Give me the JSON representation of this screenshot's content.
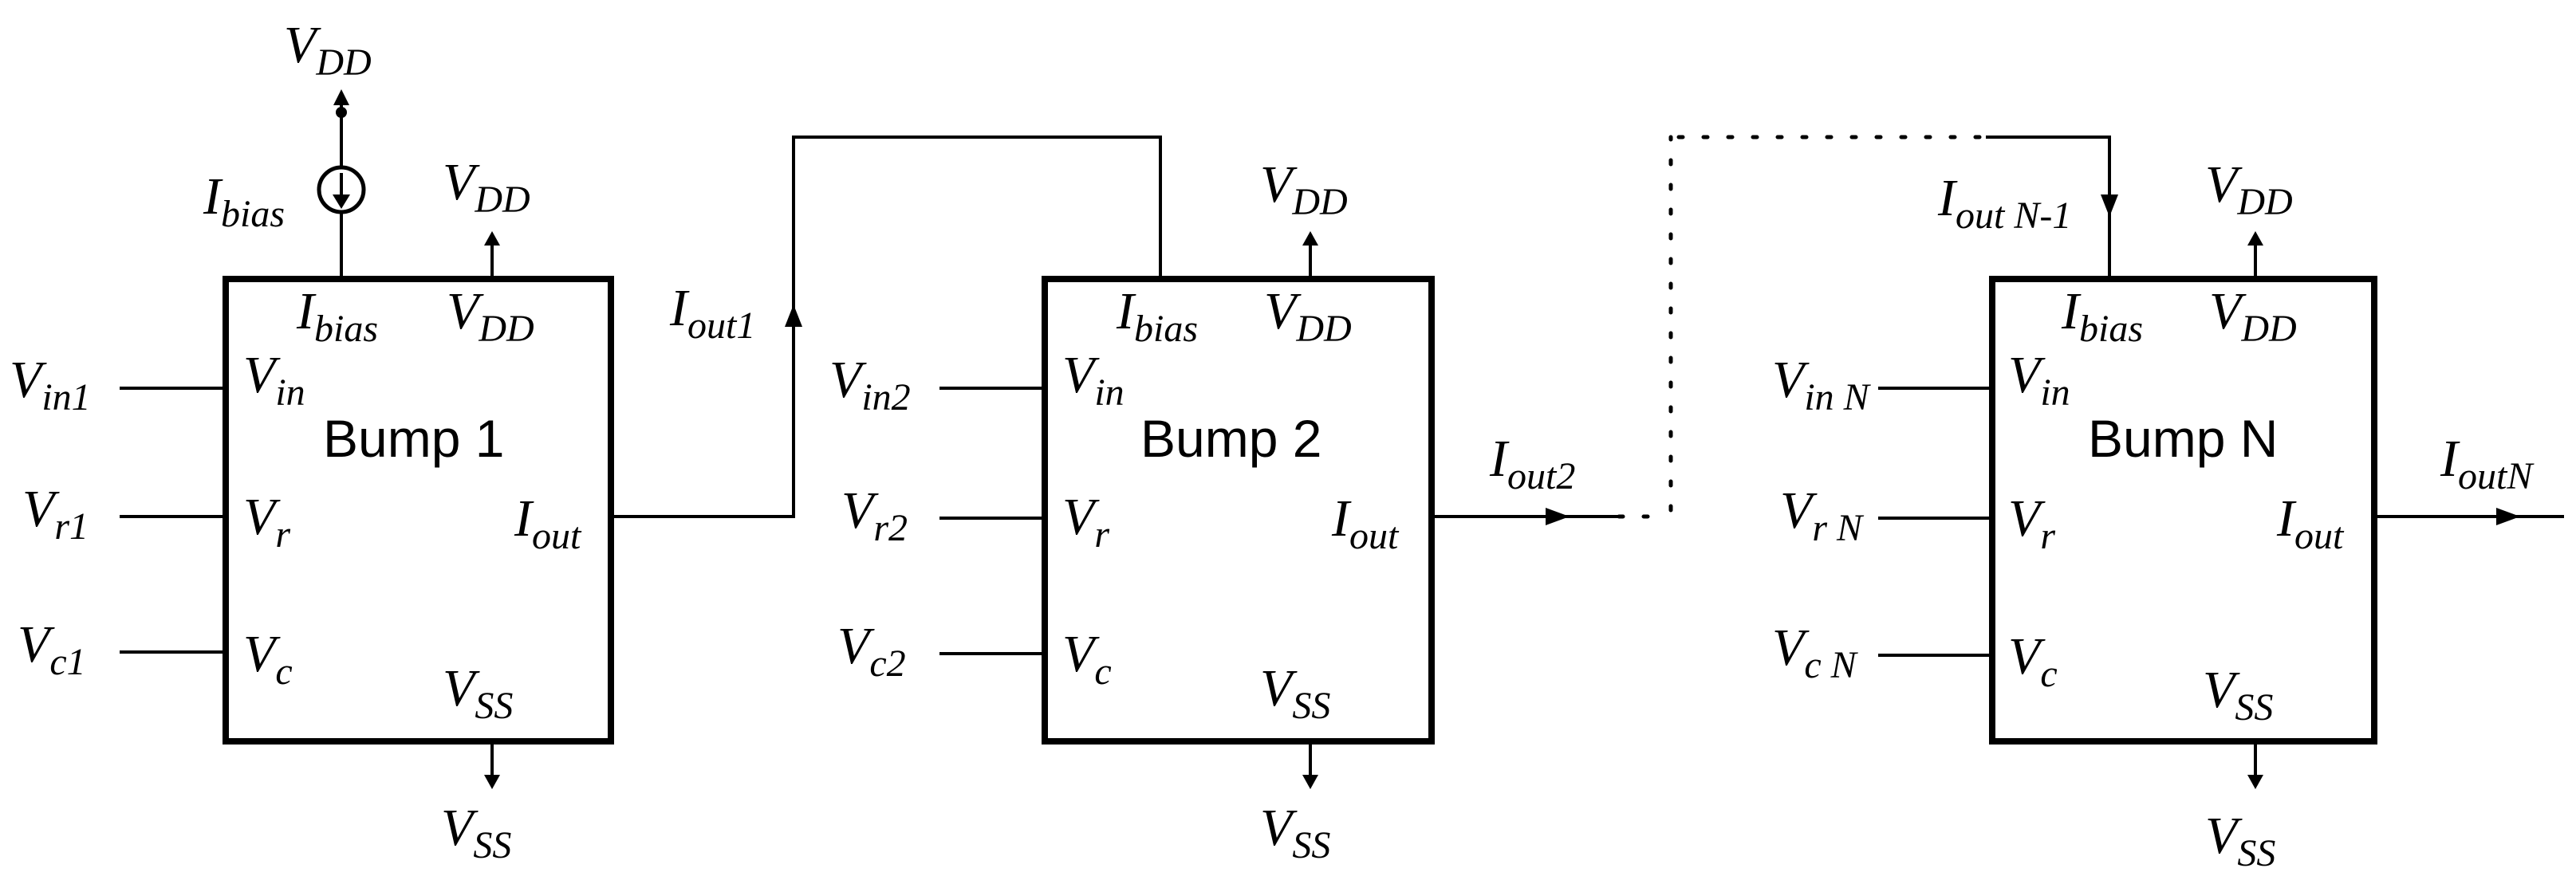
{
  "labels": {
    "v": "V",
    "i": "I",
    "dd": "DD",
    "ss": "SS",
    "bias": "bias",
    "in": "in",
    "r": "r",
    "c": "c",
    "out": "out",
    "in1": "in1",
    "r1": "r1",
    "c1": "c1",
    "out1": "out1",
    "in2": "in2",
    "r2": "r2",
    "c2": "c2",
    "out2": "out2",
    "inN": "in N",
    "rN": "r N",
    "cN": "c N",
    "outN1": "out N-1",
    "outN": "outN"
  },
  "blocks": {
    "bump1": "Bump 1",
    "bump2": "Bump 2",
    "bumpN": "Bump N"
  }
}
